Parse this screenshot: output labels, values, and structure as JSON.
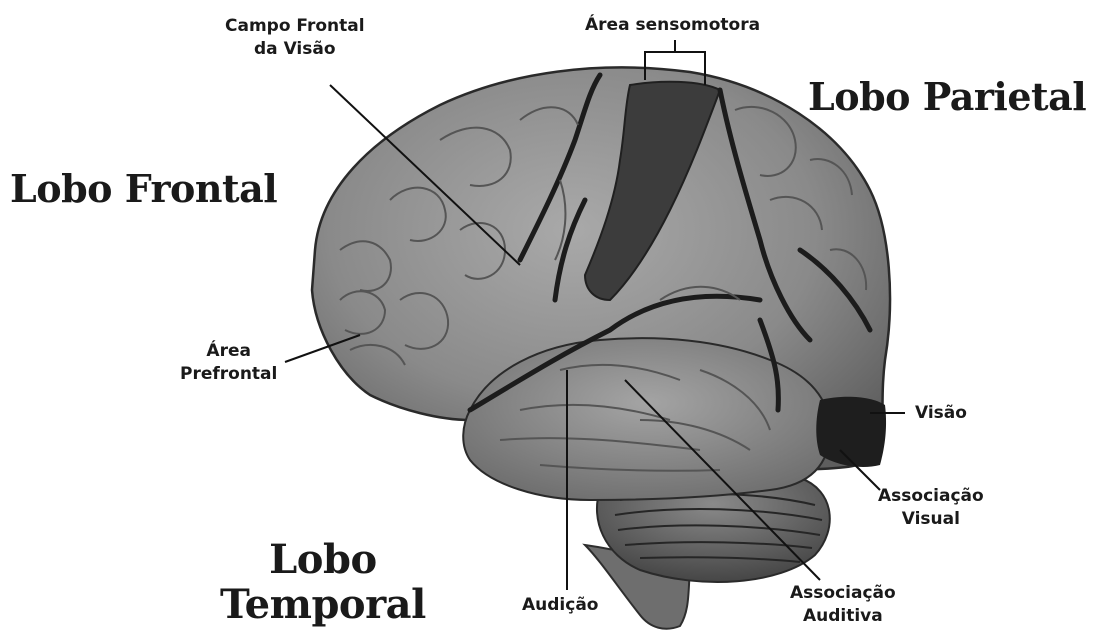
{
  "lobes": {
    "frontal": "Lobo Frontal",
    "parietal": "Lobo Parietal",
    "temporal_line1": "Lobo",
    "temporal_line2": "Temporal"
  },
  "areas": {
    "campo_frontal_line1": "Campo Frontal",
    "campo_frontal_line2": "da Visão",
    "sensomotora": "Área sensomotora",
    "prefrontal_line1": "Área",
    "prefrontal_line2": "Prefrontal",
    "visao": "Visão",
    "assoc_visual_line1": "Associação",
    "assoc_visual_line2": "Visual",
    "audicao": "Audição",
    "assoc_auditiva_line1": "Associação",
    "assoc_auditiva_line2": "Auditiva"
  },
  "colors": {
    "brain_base": "#8c8c8c",
    "brain_dark": "#3a3a3a",
    "text": "#1a1a1a",
    "background": "#ffffff"
  }
}
